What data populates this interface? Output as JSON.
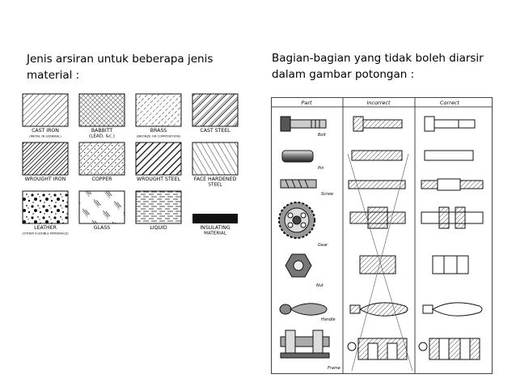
{
  "left_heading": {
    "line1": "Jenis arsiran untuk beberapa jenis",
    "line2": "material :"
  },
  "right_heading": {
    "line1": "Bagian-bagian yang tidak boleh diarsir",
    "line2": "dalam gambar potongan :"
  },
  "hatch_swatches": [
    {
      "label": "CAST IRON",
      "sublabel": "(METAL IN GENERAL)",
      "pattern": "diagonal"
    },
    {
      "label": "BABBITT",
      "sublabel": "(LEAD, &c.)",
      "pattern": "crosshatch"
    },
    {
      "label": "BRASS",
      "sublabel": "(BRONZE OR COMPOSITION)",
      "pattern": "dashed-diagonal"
    },
    {
      "label": "CAST STEEL",
      "sublabel": "",
      "pattern": "double-diagonal"
    },
    {
      "label": "WROUGHT IRON",
      "sublabel": "",
      "pattern": "thick-thin-diagonal"
    },
    {
      "label": "COPPER",
      "sublabel": "",
      "pattern": "diagonal-dots"
    },
    {
      "label": "WROUGHT STEEL",
      "sublabel": "",
      "pattern": "heavy-diagonal"
    },
    {
      "label": "FACE HARDENED",
      "sublabel": "STEEL",
      "pattern": "hardened"
    },
    {
      "label": "LEATHER",
      "sublabel": "(OTHER FLEXIBLE MATERIALS)",
      "pattern": "speckle"
    },
    {
      "label": "GLASS",
      "sublabel": "",
      "pattern": "glass"
    },
    {
      "label": "LIQUID",
      "sublabel": "",
      "pattern": "liquid"
    },
    {
      "label": "INSULATING",
      "sublabel": "MATERIAL",
      "pattern": "solid"
    }
  ],
  "parts_table": {
    "headers": [
      "Part",
      "Incorrect",
      "Correct"
    ],
    "rows": [
      "Bolt",
      "Pin",
      "Screw",
      "Gear",
      "Nut",
      "Handle",
      "Frame"
    ]
  }
}
